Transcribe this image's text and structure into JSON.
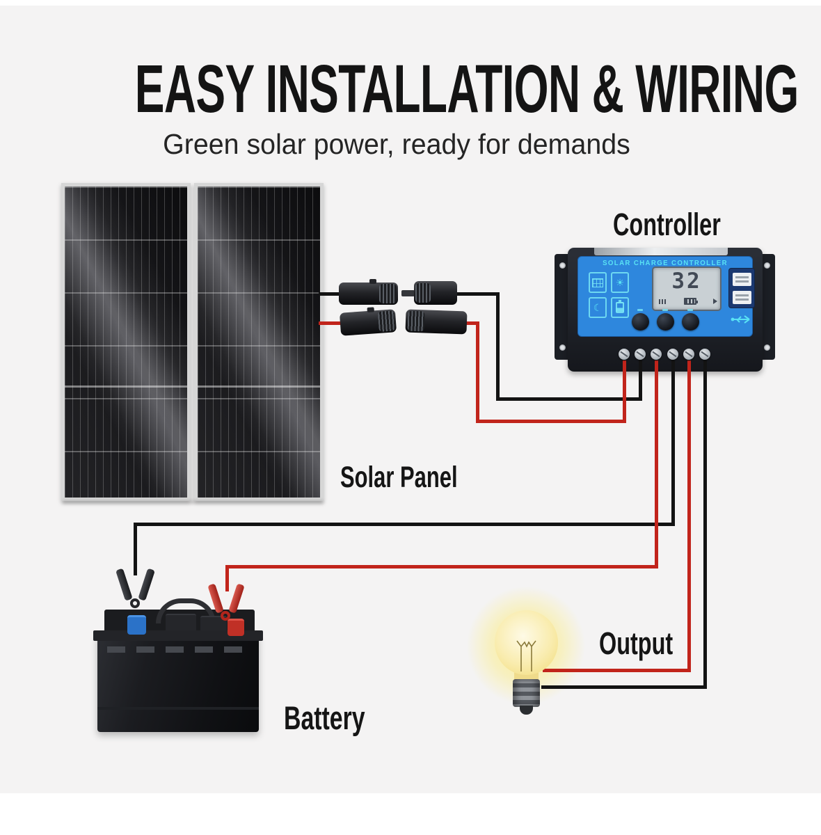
{
  "title": "EASY INSTALLATION & WIRING",
  "subtitle": "Green solar power, ready for demands",
  "labels": {
    "controller": "Controller",
    "solar_panel": "Solar Panel",
    "battery": "Battery",
    "output": "Output"
  },
  "controller": {
    "header": "SOLAR CHARGE CONTROLLER",
    "lcd_value": "32",
    "button_count": "3",
    "usb_port_count": "2",
    "terminals": [
      "red",
      "black",
      "red",
      "black",
      "red",
      "black"
    ]
  },
  "icons": {
    "sun_glyph": "☀",
    "moon_glyph": "☾"
  },
  "colors": {
    "bg": "#f4f3f3",
    "wire_red": "#c1241b",
    "wire_black": "#131313",
    "controller_blue": "#2e87dd",
    "controller_cyan": "#59e2f4",
    "lcd_bg": "#c9d0d4",
    "lcd_digit": "#424a56",
    "usb_navy": "#1b3870",
    "glow_yellow": "#f8e887",
    "battery_blue_cap": "#2b72c8",
    "battery_red_cap": "#c03026",
    "panel_frame": "#d6d6d6"
  }
}
